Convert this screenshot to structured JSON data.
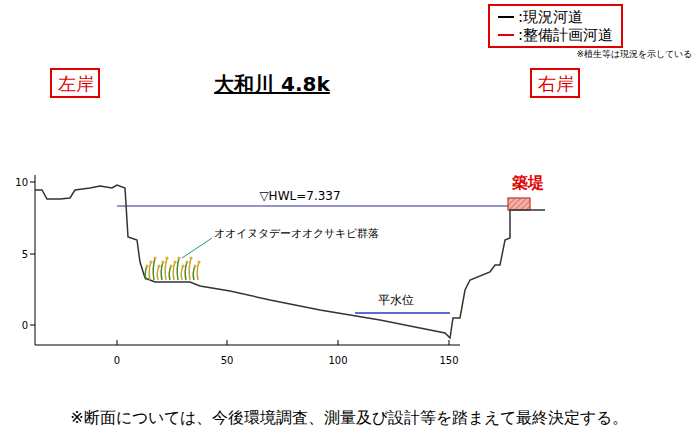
{
  "diagram": {
    "title": "大和川 4.8k",
    "caption": "※断面については、今後環境調査、測量及び設計等を踏まえて最終決定する。",
    "nodes": [
      {
        "text": [
          "左岸"
        ]
      },
      {
        "text": [
          "右岸"
        ]
      }
    ],
    "labels": [
      "築堤",
      "▽HWL=7.337",
      "オオイヌタデーオオクサキビ群落",
      "平水位",
      "※植生等は現況を示している",
      "10",
      "5",
      "0",
      "0",
      "50",
      "100",
      "150"
    ],
    "legend": [
      {
        "text": ":現況河道"
      },
      {
        "text": ":整備計画河道"
      }
    ]
  }
}
